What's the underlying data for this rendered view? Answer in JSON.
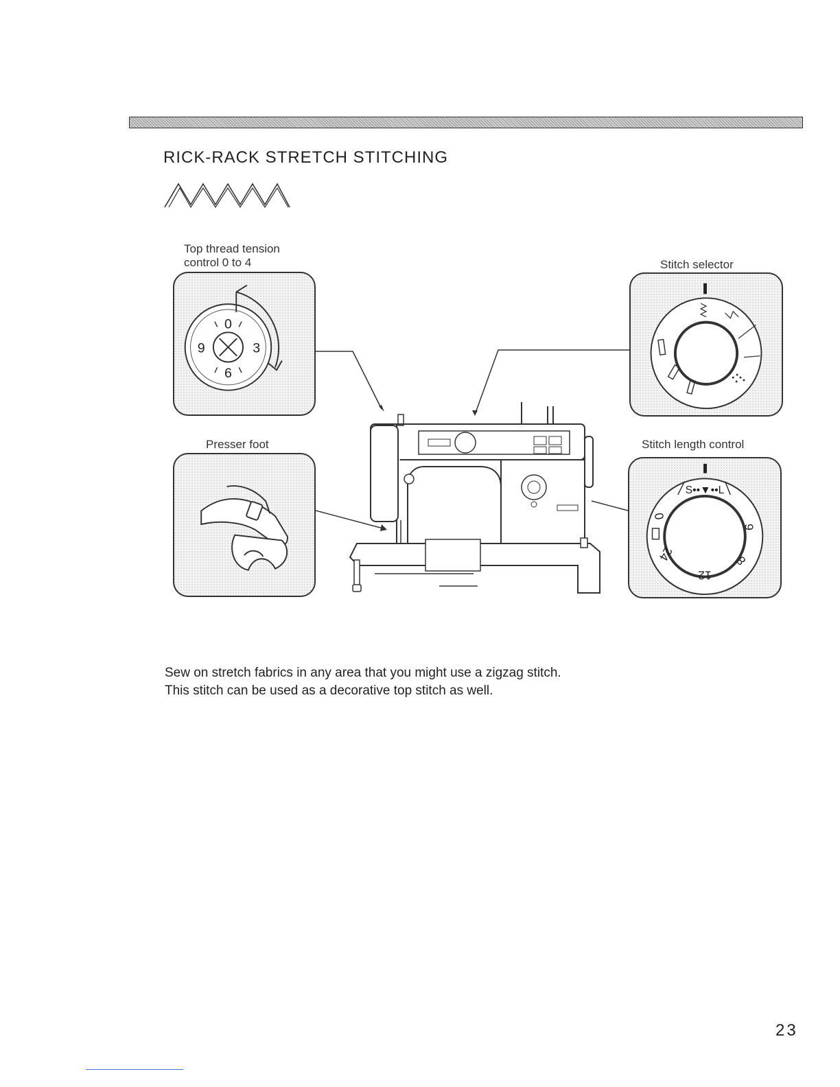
{
  "title": "RICK-RACK STRETCH STITCHING",
  "stitch_symbol_icon": "rick-rack-stitch-icon",
  "labels": {
    "tension_line1": "Top thread tension",
    "tension_line2": "control 0 to 4",
    "stitch_selector": "Stitch selector",
    "presser_foot": "Presser foot",
    "stitch_length": "Stitch length control"
  },
  "tension_dial": {
    "numbers": [
      "0",
      "3",
      "6",
      "9"
    ]
  },
  "length_dial": {
    "top_marks": "S••▼••L",
    "numbers": [
      "0",
      "6",
      "8",
      "12",
      "24"
    ]
  },
  "body": {
    "line1": "Sew on stretch fabrics in any area that you might use a zigzag stitch.",
    "line2": "This stitch can be used as a decorative top stitch as well."
  },
  "page_number": "23"
}
